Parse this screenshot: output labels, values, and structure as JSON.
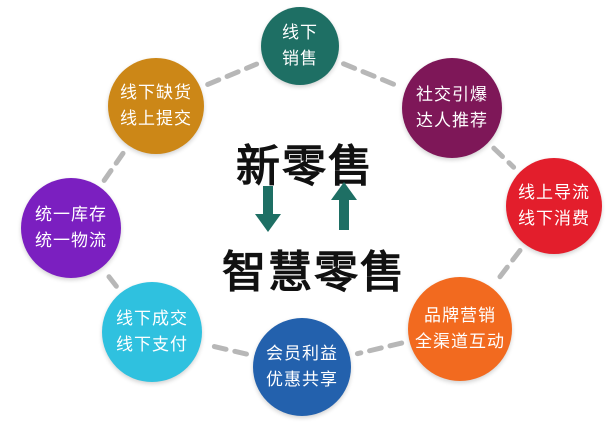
{
  "center": {
    "top_text": "新零售",
    "bottom_text": "智慧零售"
  },
  "nodes": [
    {
      "line1": "线下",
      "line2": "销售",
      "color": "#1e6f64"
    },
    {
      "line1": "社交引爆",
      "line2": "达人推荐",
      "color": "#7e1758"
    },
    {
      "line1": "线上导流",
      "line2": "线下消费",
      "color": "#e31e2c"
    },
    {
      "line1": "品牌营销",
      "line2": "全渠道互动",
      "color": "#f26a1f"
    },
    {
      "line1": "会员利益",
      "line2": "优惠共享",
      "color": "#2361ad"
    },
    {
      "line1": "线下成交",
      "line2": "线下支付",
      "color": "#2fc1df"
    },
    {
      "line1": "统一库存",
      "line2": "统一物流",
      "color": "#7b1fc0"
    },
    {
      "line1": "线下缺货",
      "line2": "线上提交",
      "color": "#cc8717"
    }
  ],
  "colors": {
    "connector": "#b7b7b7",
    "arrow": "#1e6f64",
    "title": "#111111"
  }
}
